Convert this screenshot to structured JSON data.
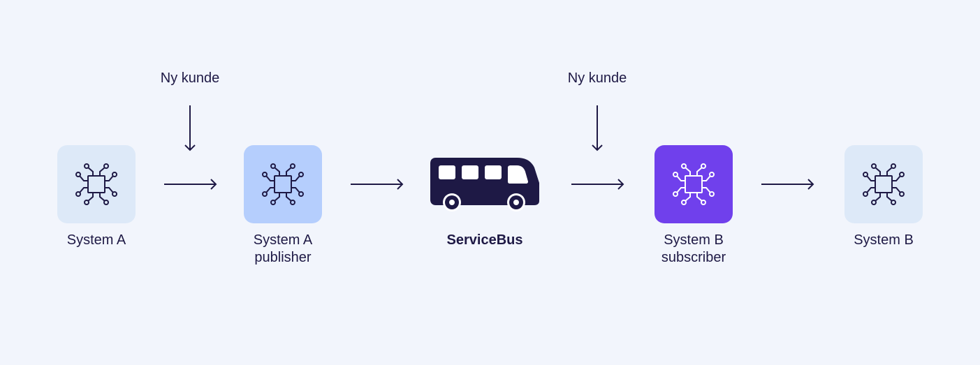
{
  "nodes": [
    {
      "id": "system-a",
      "label": "System A",
      "bg": "#dde9f8",
      "icon_color": "#1e1945"
    },
    {
      "id": "system-a-publisher",
      "label_line1": "System A",
      "label_line2": "publisher",
      "bg": "#b5cefd",
      "icon_color": "#1e1945"
    },
    {
      "id": "servicebus",
      "label": "ServiceBus",
      "color": "#1e1945"
    },
    {
      "id": "system-b-subscriber",
      "label_line1": "System B",
      "label_line2": "subscriber",
      "bg": "#7040ec",
      "icon_color": "#ffffff"
    },
    {
      "id": "system-b",
      "label": "System B",
      "bg": "#dde9f8",
      "icon_color": "#1e1945"
    }
  ],
  "events": [
    {
      "label": "Ny kunde"
    },
    {
      "label": "Ny kunde"
    }
  ],
  "colors": {
    "background": "#f2f5fc",
    "ink": "#1e1945"
  }
}
